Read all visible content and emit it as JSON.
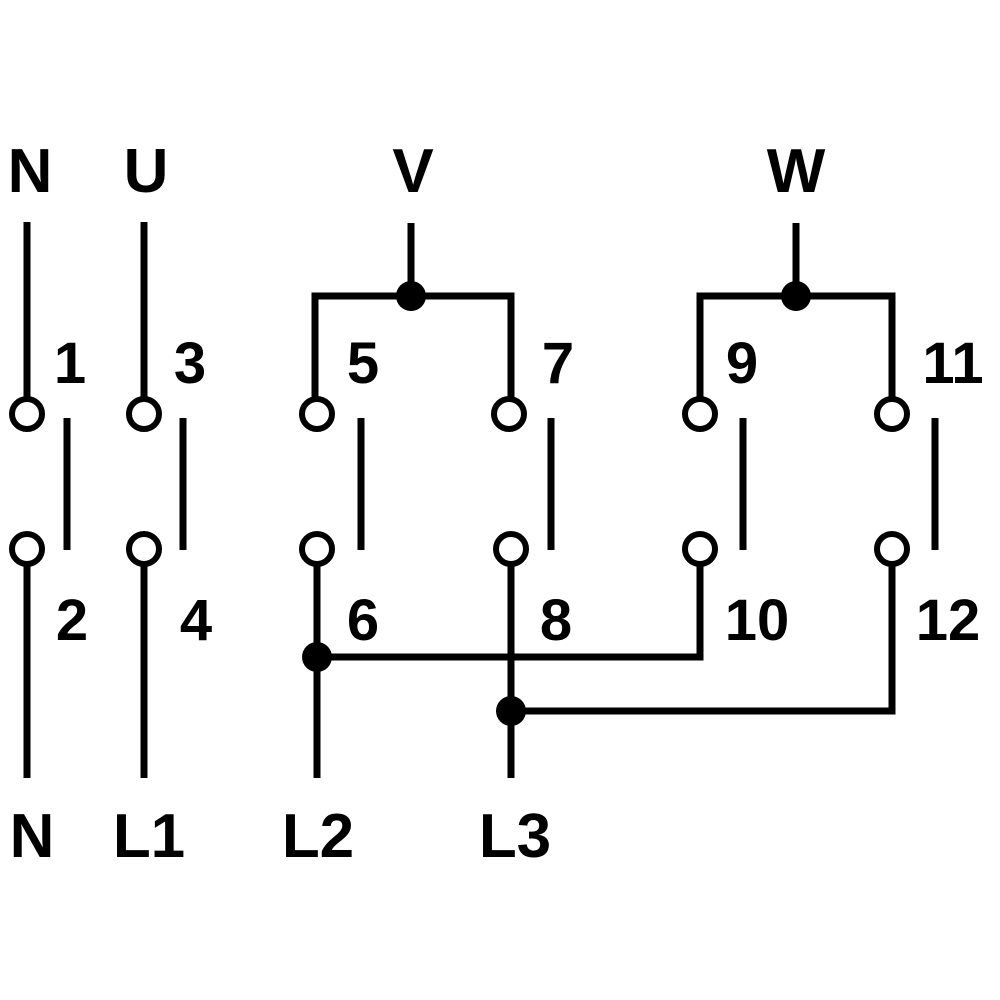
{
  "diagram": {
    "colors": {
      "line": "#000000",
      "background": "#ffffff"
    },
    "top_labels": {
      "n": "N",
      "u": "U",
      "v": "V",
      "w": "W"
    },
    "bottom_labels": {
      "n": "N",
      "l1": "L1",
      "l2": "L2",
      "l3": "L3"
    },
    "contacts": {
      "c1": "1",
      "c2": "2",
      "c3": "3",
      "c4": "4",
      "c5": "5",
      "c6": "6",
      "c7": "7",
      "c8": "8",
      "c9": "9",
      "c10": "10",
      "c11": "11",
      "c12": "12"
    }
  }
}
